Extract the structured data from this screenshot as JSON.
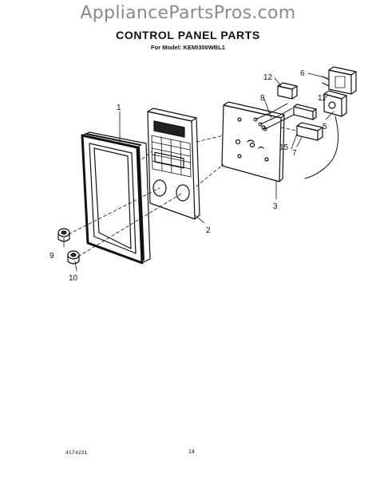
{
  "watermark": "AppliancePartsPros.com",
  "title": "CONTROL PANEL PARTS",
  "subtitle": "For Model: KEMI300WBL1",
  "callouts": [
    {
      "id": "1",
      "label": "1"
    },
    {
      "id": "2",
      "label": "2"
    },
    {
      "id": "3",
      "label": "3"
    },
    {
      "id": "5",
      "label": "5"
    },
    {
      "id": "6",
      "label": "6"
    },
    {
      "id": "7",
      "label": "7"
    },
    {
      "id": "8",
      "label": "8"
    },
    {
      "id": "9",
      "label": "9"
    },
    {
      "id": "10",
      "label": "10"
    },
    {
      "id": "11",
      "label": "11"
    },
    {
      "id": "12",
      "label": "12"
    },
    {
      "id": "15",
      "label": "15"
    }
  ],
  "footer": {
    "part_code": "4174231",
    "page": "14"
  }
}
